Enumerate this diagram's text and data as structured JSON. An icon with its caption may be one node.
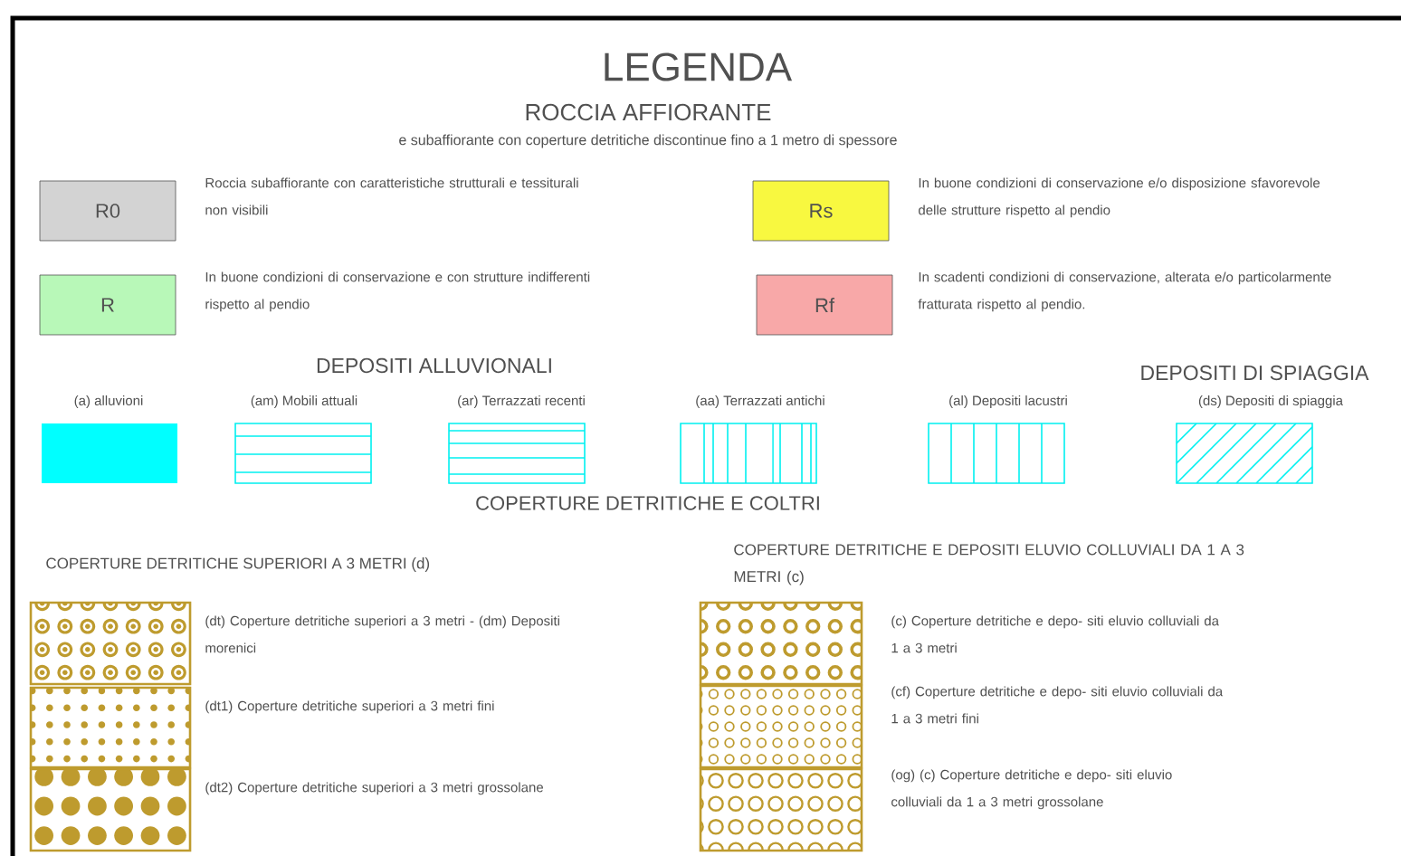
{
  "diagram": {
    "title": "LEGENDA",
    "nodes": [
      {
        "text": [
          "R0"
        ],
        "beside": [
          "Roccia subaffiorante con caratteristiche strutturali e tessiturali non visibili"
        ]
      },
      {
        "text": [
          "Rs"
        ],
        "beside": [
          "In buone condizioni di conservazione e/o disposizione sfavorevole delle strutture rispetto al pendio"
        ]
      },
      {
        "text": [
          "R"
        ],
        "beside": [
          "In buone condizioni di conservazione e con strutture indifferenti rispetto al pendio"
        ]
      },
      {
        "text": [
          "Rf"
        ],
        "beside": [
          "In scadenti condizioni di conservazione, alterata e/o particolarmente fratturata rispetto al pendio."
        ]
      }
    ],
    "labels": [
      "ROCCIA AFFIORANTE",
      "e subaffiorante con coperture detritiche discontinue fino a 1 metro di spessore",
      "DEPOSITI ALLUVIONALI",
      "DEPOSITI DI SPIAGGIA",
      "COPERTURE DETRITICHE E COLTRI",
      "COPERTURE DETRITICHE SUPERIORI A 3 METRI (d)",
      "COPERTURE DETRITICHE E DEPOSITI ELUVIO COLLUVIALI DA 1 A 3 METRI (c)"
    ],
    "legend": [
      {
        "text": "(a) alluvioni",
        "color": "#00ffff"
      },
      {
        "text": "(am) Mobili attuali"
      },
      {
        "text": "(ar) Terrazzati recenti"
      },
      {
        "text": "(aa) Terrazzati antichi"
      },
      {
        "text": "(al) Depositi lacustri"
      },
      {
        "text": "(ds) Depositi di spiaggia"
      },
      {
        "text": "(dt) Coperture detritiche superiori a 3 metri - (dm) Depositi morenici"
      },
      {
        "text": "(dt1) Coperture detritiche superiori a 3 metri fini"
      },
      {
        "text": "(dt2) Coperture detritiche superiori a 3 metri grossolane"
      },
      {
        "text": "(c) Coperture detritiche e depo- siti eluvio colluviali da 1 a 3 metri"
      },
      {
        "text": "(cf) Coperture detritiche e depo- siti eluvio colluviali da 1 a 3 metri fini"
      },
      {
        "text": "(og) (c) Coperture detritiche e depo- siti eluvio colluviali da 1 a 3 metri grossolane"
      }
    ]
  }
}
